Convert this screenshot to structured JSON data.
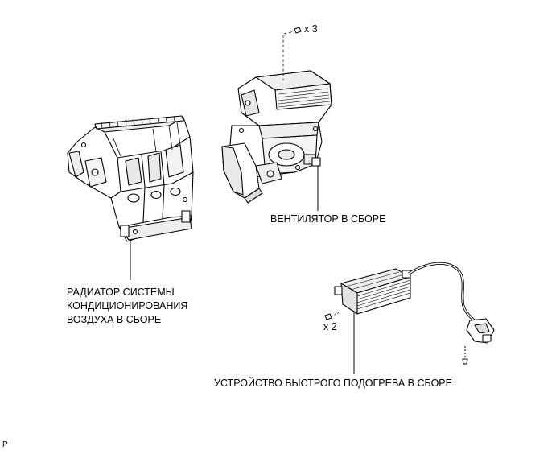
{
  "labels": {
    "evaporator_unit": [
      "РАДИАТОР СИСТЕМЫ",
      "КОНДИЦИОНИРОВАНИЯ",
      "ВОЗДУХА В СБОРЕ"
    ],
    "blower_unit": "ВЕНТИЛЯТОР В СБОРЕ",
    "quick_heater": "УСТРОЙСТВО БЫСТРОГО ПОДОГРЕВА В СБОРЕ",
    "screw_qty_blower": "x 3",
    "screw_qty_heater": "x 2",
    "corner_mark": "P"
  },
  "colors": {
    "line": "#000000",
    "fill": "#ffffff",
    "shade": "#d9d9d9"
  }
}
